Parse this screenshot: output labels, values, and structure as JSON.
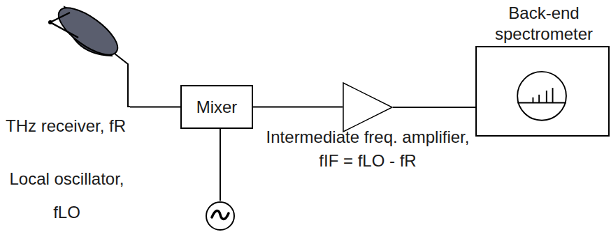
{
  "diagram": {
    "nodes": [
      {
        "text": [
          "THz receiver, fR"
        ]
      },
      {
        "text": [
          "Mixer"
        ]
      },
      {
        "text": [
          "Local oscillator, fLO"
        ]
      },
      {
        "text": [
          "Intermediate freq. amplifier, fIF = fLO - fR"
        ]
      },
      {
        "text": [
          "Back-end spectrometer"
        ]
      }
    ],
    "edges": [
      {
        "from": 0,
        "to": 1,
        "arrow": "none"
      },
      {
        "from": 2,
        "to": 1,
        "arrow": "none"
      },
      {
        "from": 1,
        "to": 3,
        "arrow": "none"
      },
      {
        "from": 3,
        "to": 4,
        "arrow": "none"
      }
    ]
  }
}
